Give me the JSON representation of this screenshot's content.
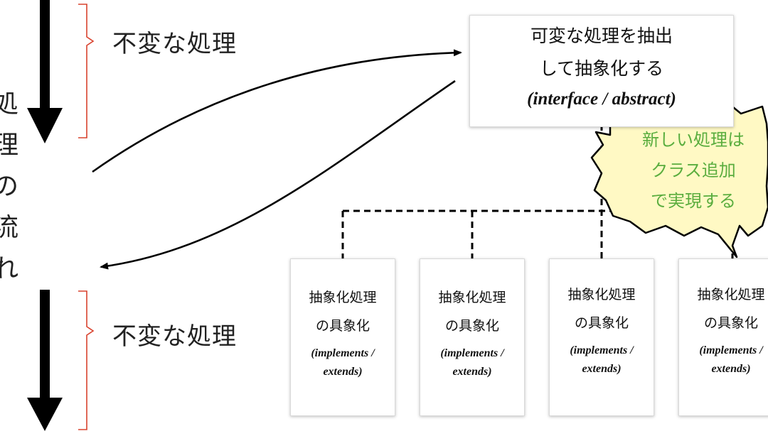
{
  "title_vertical": [
    "処",
    "理",
    "の",
    "流",
    "れ"
  ],
  "fixed_process_top": "不変な処理",
  "fixed_process_bottom": "不変な処理",
  "abstraction_box": {
    "line1": "可変な処理を抽出",
    "line2": "して抽象化する",
    "english": "(interface / abstract)"
  },
  "callout": {
    "line1": "新しい処理は",
    "line2": "クラス追加",
    "line3": "で実現する"
  },
  "implementations": [
    {
      "line1": "抽象化処理",
      "line2": "の具象化",
      "en1": "(implements /",
      "en2": "extends)"
    },
    {
      "line1": "抽象化処理",
      "line2": "の具象化",
      "en1": "(implements /",
      "en2": "extends)"
    },
    {
      "line1": "抽象化処理",
      "line2": "の具象化",
      "en1": "(implements /",
      "en2": "extends)"
    },
    {
      "line1": "抽象化処理",
      "line2": "の具象化",
      "en1": "(implements /",
      "en2": "extends)"
    }
  ],
  "colors": {
    "brace": "#d9432f",
    "callout_text": "#5aad3e",
    "callout_fill": "#fff9c4",
    "arrow": "#000000"
  }
}
